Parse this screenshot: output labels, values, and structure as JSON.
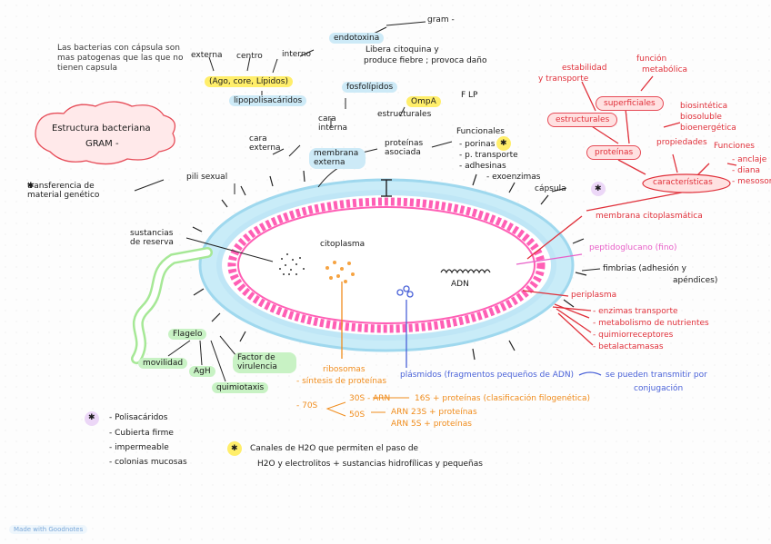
{
  "note": "Las bacterias con cápsula son mas patogenas que las que no tienen capsula",
  "title": "Estructura bacteriana",
  "subtitle": "GRAM -",
  "watermark": "Made with Goodnotes",
  "colors": {
    "membrane_pink": "#ff5fb5",
    "capsule_blue": "#bfe6f6",
    "red": "#e0303a",
    "orange": "#f08c1c",
    "blue": "#4a62d8",
    "green": "#a6e896"
  },
  "top": {
    "gram_minus": "gram -",
    "endotoxina": "endotoxina",
    "libera": "Libera citoquina y",
    "produce": "produce fiebre ; provoca daño",
    "externa": "externa",
    "centro": "centro",
    "interno": "interno",
    "lps_parts": "(Ago, core, Lípidos)",
    "lipopolisacarido": "lipopolisacáridos",
    "fosfolipidos": "fosfolípidos",
    "ompa": "OmpA",
    "f_lp": "F  LP",
    "estructurales": "estructurales",
    "cara_interna": "cara interna",
    "cara_externa": "cara externa",
    "membrana_externa": "membrana externa",
    "proteinas_asociada": "proteínas asociada",
    "funcionales": "Funcionales",
    "porinas": "- porinas",
    "p_transporte": "- p. transporte",
    "adhesinas": "- adhesinas",
    "exoenzimas": "- exoenzimas"
  },
  "left": {
    "pili": "pili sexual",
    "transferencia": "transferencia de material genético",
    "sustancias": "sustancias de reserva",
    "citoplasma": "citoplasma",
    "flagelo": "Flagelo",
    "movilidad": "movilidad",
    "agh": "AgH",
    "factor": "Factor de virulencia",
    "quimiotaxis": "quimiotaxis"
  },
  "capsule_list": [
    "- Polisacáridos",
    "- Cubierta firme",
    "- impermeable",
    "- colonias mucosas"
  ],
  "canales": "Canales de H2O que permiten el paso de",
  "canales2": "H2O y electrolitos + sustancias hidrofílicas  y pequeñas",
  "center": {
    "adn": "ADN",
    "ribosomas": "ribosomas",
    "sintesis": "- síntesis de proteínas",
    "s70": "- 70S",
    "s30": "30S - ARN",
    "s30b": "16S + proteínas (clasificación filogenética)",
    "s50": "50S",
    "s50a": "ARN 23S + proteínas",
    "s50b": "ARN 5S + proteínas",
    "plasmidos": "plásmidos (fragmentos pequeños de ADN)",
    "transmitir": "se pueden transmitir por",
    "conjugacion": "conjugación"
  },
  "right": {
    "capsula": "cápsula",
    "membrana_cit": "membrana citoplasmática",
    "peptidoglucano": "peptidoglucano (fino)",
    "fimbrias": "fimbrias (adhesión y",
    "apendices": "apéndices)",
    "periplasma": "periplasma",
    "periplasma_items": [
      "- enzimas transporte",
      "- metabolismo de nutrientes",
      "- quimiorreceptores",
      "- betalactamasas"
    ],
    "caracteristicas": "características",
    "proteinas": "proteínas",
    "propiedades": "propiedades",
    "funciones": "Funciones",
    "funciones_items": [
      "- anclaje",
      "- diana",
      "- mesosoma"
    ],
    "propiedades_items": [
      "biosintética",
      "biosoluble",
      "bioenergética"
    ],
    "estructurales": "estructurales",
    "superficiales": "superficiales",
    "estabilidad": "estabilidad",
    "transporte": "y transporte",
    "funcion_metabolica": "función",
    "funcion_metabolica2": "metabólica"
  }
}
